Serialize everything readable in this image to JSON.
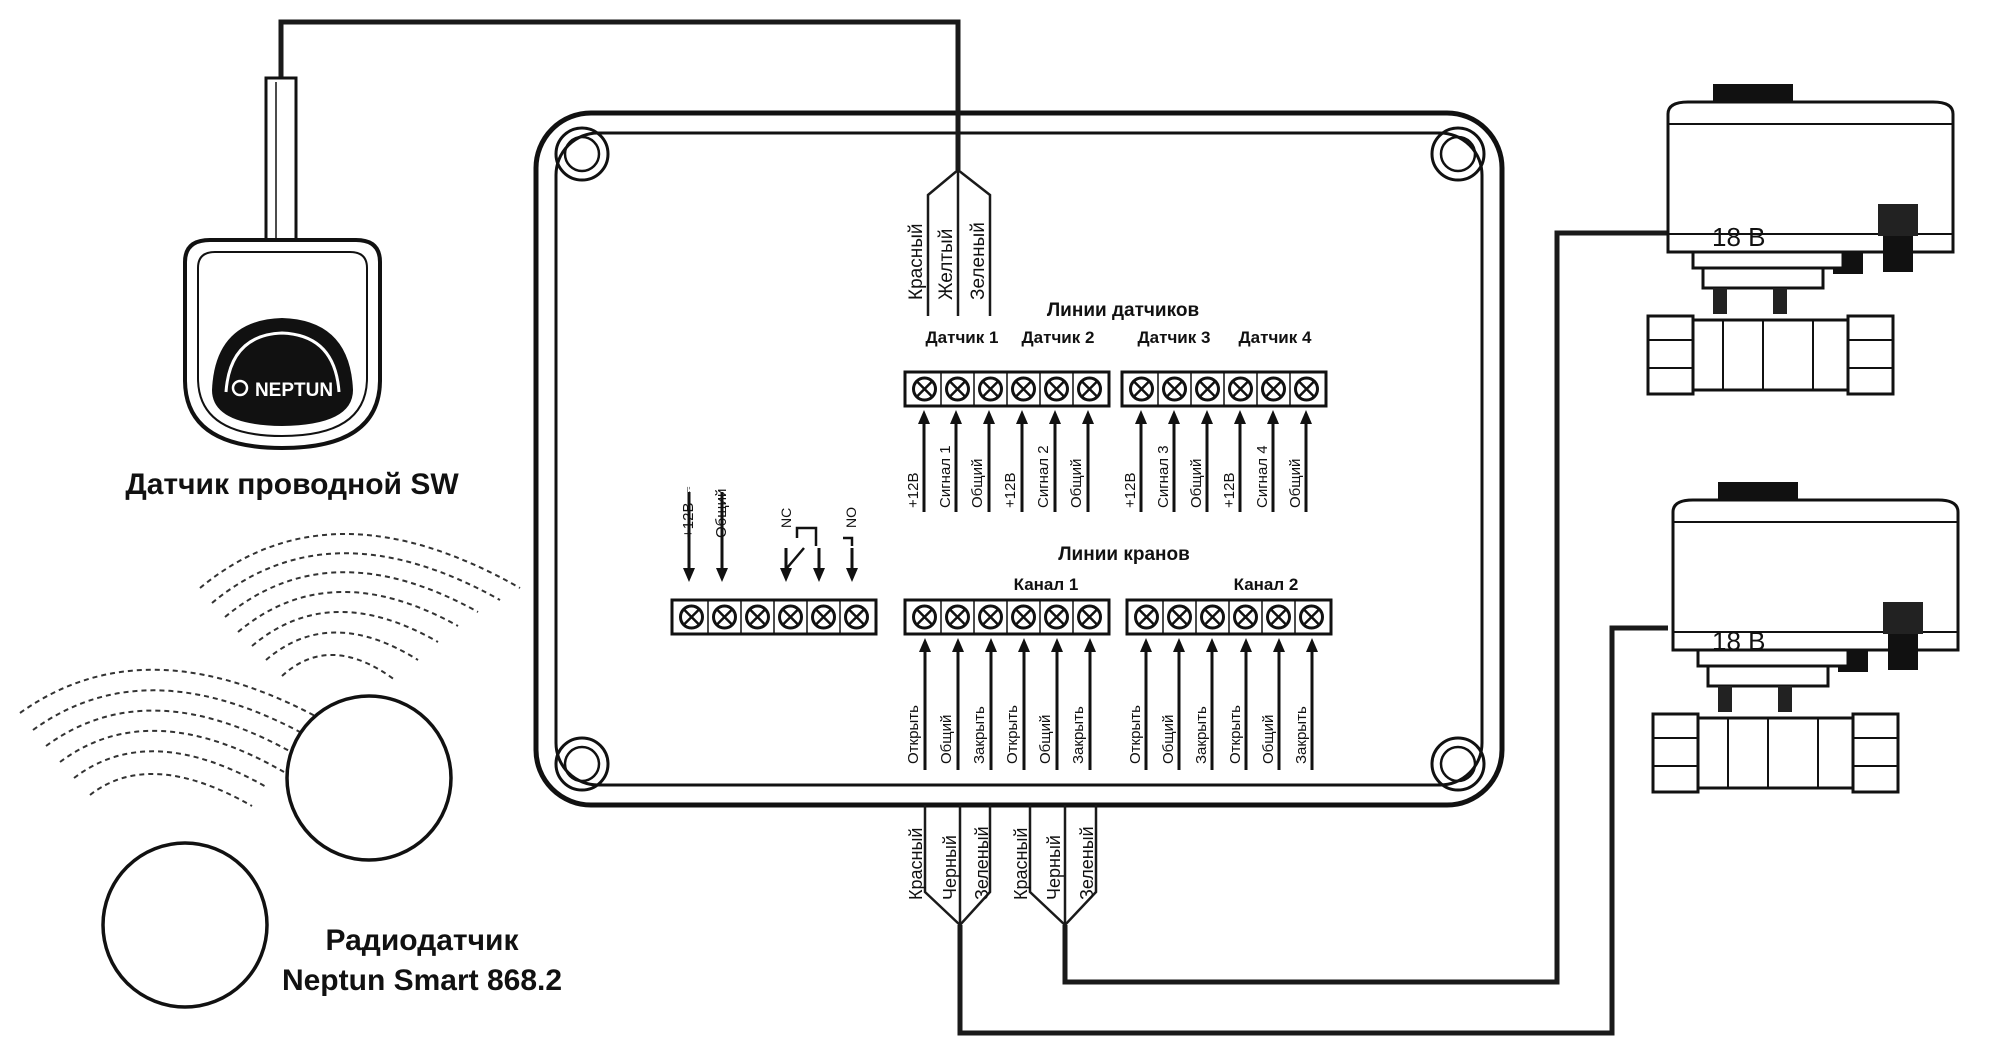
{
  "sensor_wired": {
    "label": "Датчик проводной SW",
    "brand": "NEPTUN"
  },
  "sensor_radio": {
    "label_line1": "Радиодатчик",
    "label_line2": "Neptun Smart 868.2"
  },
  "sensor_wires": [
    "Красный",
    "Желтый",
    "Зеленый"
  ],
  "sensor_lines": {
    "title": "Линии датчиков",
    "groups": [
      "Датчик 1",
      "Датчик 2",
      "Датчик 3",
      "Датчик 4"
    ],
    "terminals": [
      "+12В",
      "Сигнал 1",
      "Общий",
      "+12В",
      "Сигнал 2",
      "Общий",
      "+12В",
      "Сигнал 3",
      "Общий",
      "+12В",
      "Сигнал 4",
      "Общий"
    ]
  },
  "power_block": {
    "terminals": [
      "+12В ⎓",
      "Общий"
    ],
    "relay": [
      "NC",
      "NO"
    ]
  },
  "valve_lines": {
    "title": "Линии кранов",
    "channels": [
      "Канал 1",
      "Канал 2"
    ],
    "terminals": [
      "Открыть",
      "Общий",
      "Закрыть",
      "Открыть",
      "Общий",
      "Закрыть",
      "Открыть",
      "Общий",
      "Закрыть",
      "Открыть",
      "Общий",
      "Закрыть"
    ]
  },
  "valve_wires": [
    "Красный",
    "Черный",
    "Зеленый",
    "Красный",
    "Черный",
    "Зеленый"
  ],
  "valves": [
    {
      "voltage": "18 В"
    },
    {
      "voltage": "18 В"
    }
  ]
}
